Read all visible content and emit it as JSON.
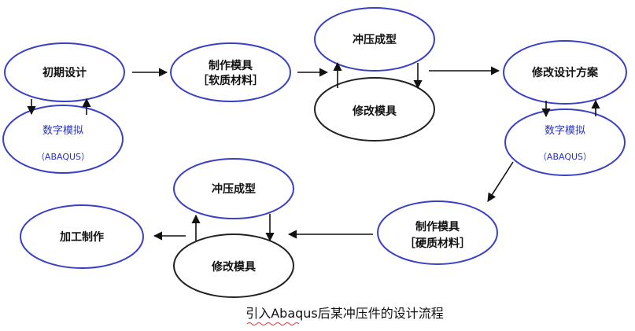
{
  "colors": {
    "ellipse_blue": "#3b3fc4",
    "ellipse_black": "#222222",
    "arrow": "#111111",
    "blue_text": "#2a32b8",
    "caption_underline": "#d23a3a"
  },
  "nodes": {
    "initial_design": "初期设计",
    "sim_1_line1": "数字模拟",
    "sim_1_line2": "（ABAQUS）",
    "soft_tool_line1": "制作模具",
    "soft_tool_line2": "［软质材料］",
    "stamping_1": "冲压成型",
    "modify_1": "修改模具",
    "revise_plan": "修改设计方案",
    "sim_2_line1": "数字模拟",
    "sim_2_line2": "（ABAQUS）",
    "hard_tool_line1": "制作模具",
    "hard_tool_line2": "［硬质材料］",
    "stamping_2": "冲压成型",
    "modify_2": "修改模具",
    "manufacture": "加工制作"
  },
  "caption": "引入Abaqus后某冲压件的设计流程"
}
